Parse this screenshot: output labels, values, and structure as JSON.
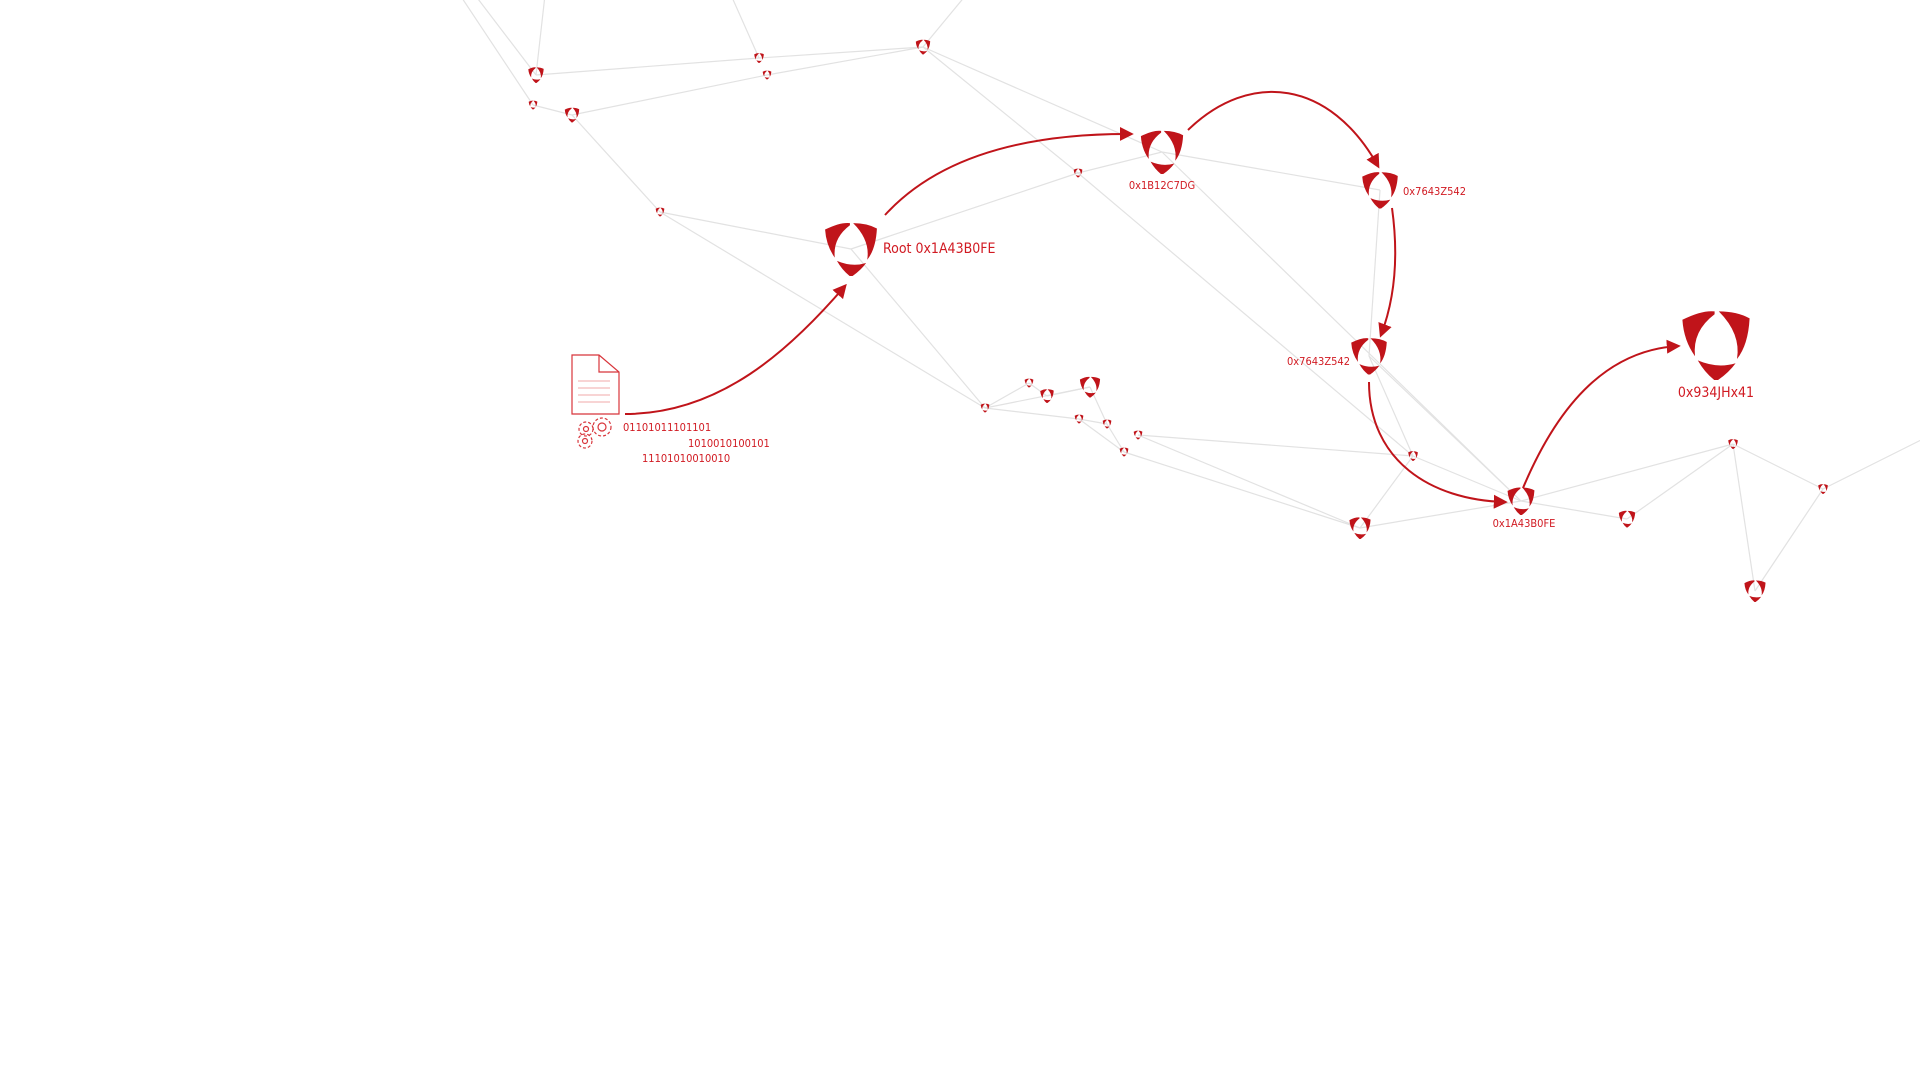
{
  "diagram": {
    "root_label": "Root 0x1A43B0FE",
    "nodes": {
      "n1": "0x1B12C7DG",
      "n2": "0x7643Z542",
      "n3": "0x7643Z542",
      "n4": "0x1A43B0FE",
      "n5": "0x934JHx41"
    },
    "binary": [
      "01101011101101",
      "1010010100101",
      "11101010010010"
    ],
    "accent_color": "#c0141a",
    "edge_color": "#e2e2e2"
  }
}
